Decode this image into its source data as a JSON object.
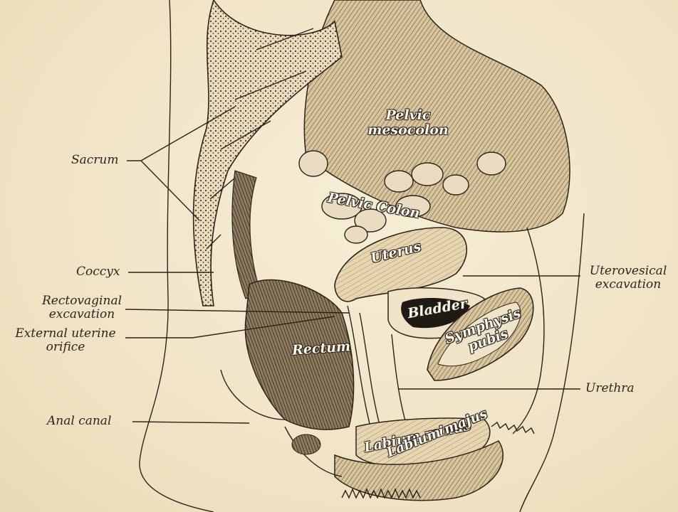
{
  "labels": {
    "sacrum": "Sacrum",
    "coccyx": "Coccyx",
    "rectovaginal_1": "Rectovaginal",
    "rectovaginal_2": "excavation",
    "external_1": "External uterine",
    "external_2": "orifice",
    "anal_canal": "Anal canal",
    "uterovesical_1": "Uterovesical",
    "uterovesical_2": "excavation",
    "urethra": "Urethra"
  },
  "inner_labels": {
    "pelvic_1": "Pelvic",
    "pelvic_2": "mesocolon",
    "pelvic_colon": "Pelvic Colon",
    "uterus": "Uterus",
    "bladder": "Bladder",
    "symphysis_1": "Symphysis",
    "symphysis_2": "pubis",
    "rectum": "Rectum",
    "labium_minus": "Labium minus",
    "labium_majus": "Labium majus"
  },
  "colors": {
    "ink": "#2a241c",
    "paper": "#f3e8cf",
    "tissue": "#e6d3ad",
    "shade": "#7a6a52"
  }
}
